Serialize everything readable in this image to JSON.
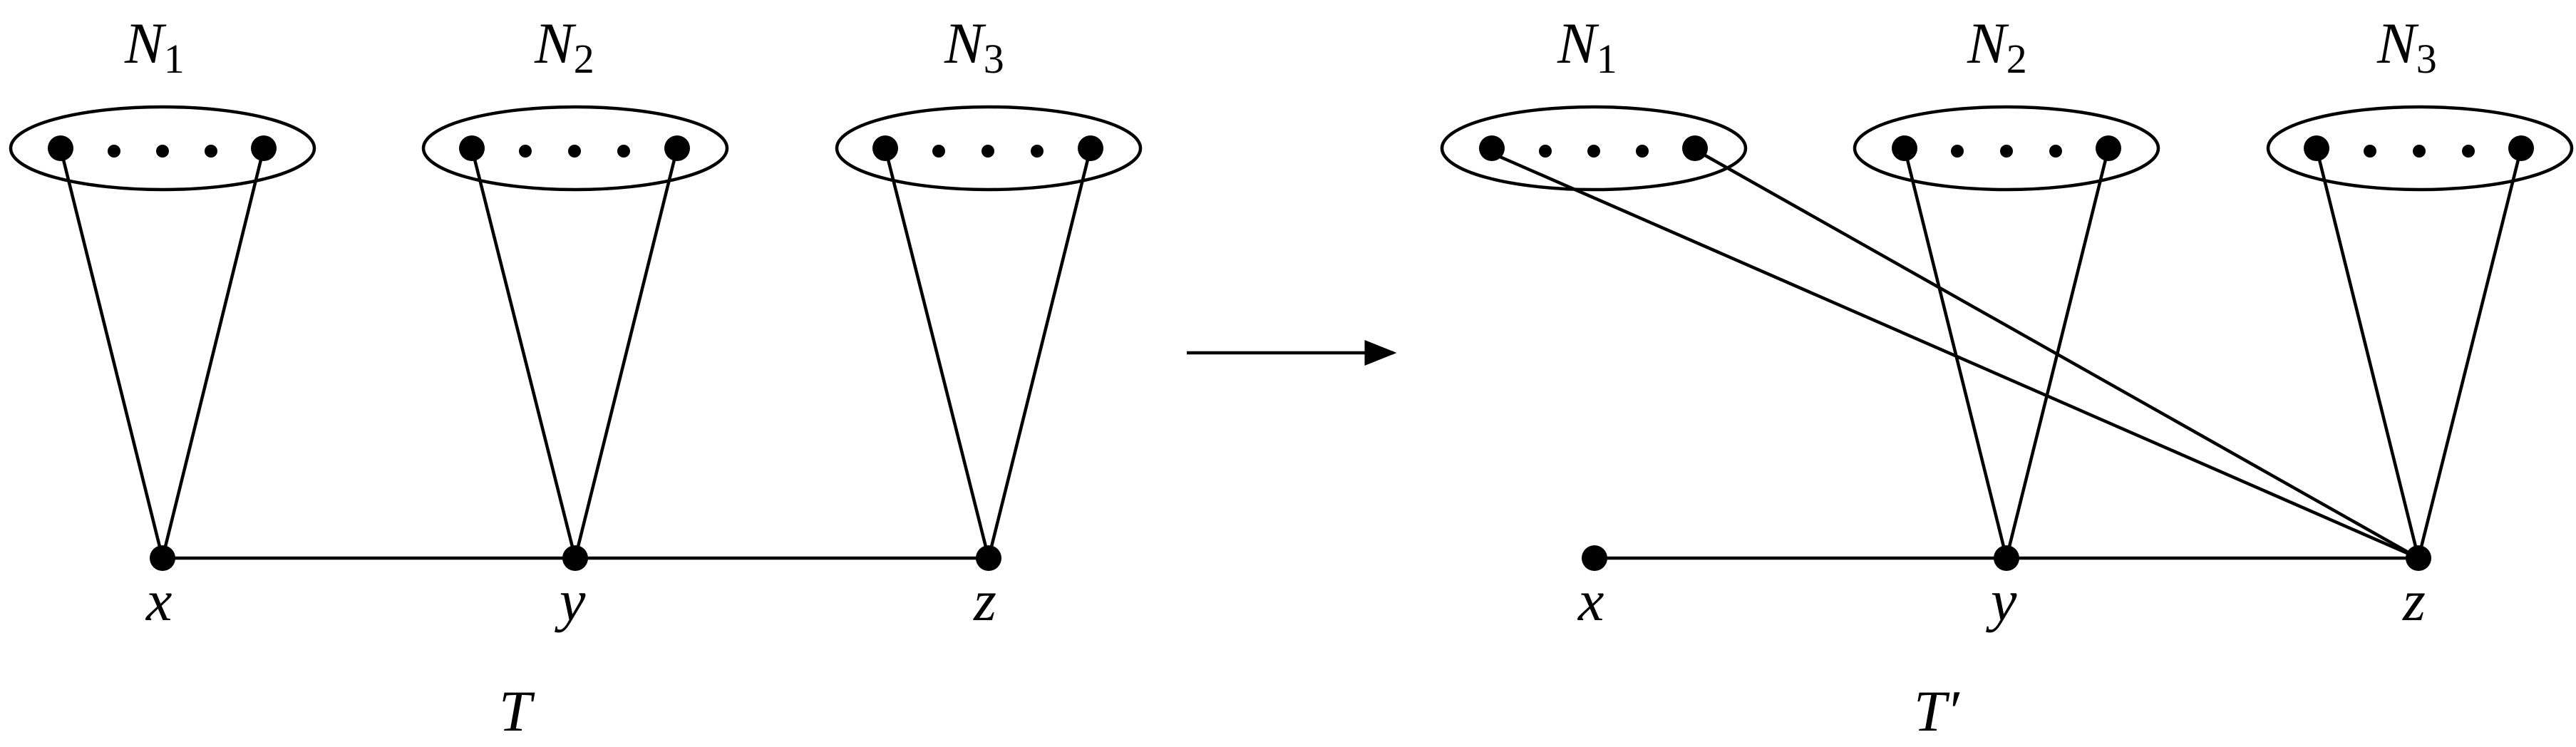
{
  "diagram": {
    "left": {
      "tree_label": "T",
      "sets": [
        {
          "name": "N",
          "sub": "1"
        },
        {
          "name": "N",
          "sub": "2"
        },
        {
          "name": "N",
          "sub": "3"
        }
      ],
      "vertices": [
        "x",
        "y",
        "z"
      ],
      "edges": [
        [
          "N1-first",
          "x"
        ],
        [
          "N1-last",
          "x"
        ],
        [
          "N2-first",
          "y"
        ],
        [
          "N2-last",
          "y"
        ],
        [
          "N3-first",
          "z"
        ],
        [
          "N3-last",
          "z"
        ],
        [
          "x",
          "y"
        ],
        [
          "y",
          "z"
        ]
      ]
    },
    "right": {
      "tree_label": "T′",
      "sets": [
        {
          "name": "N",
          "sub": "1"
        },
        {
          "name": "N",
          "sub": "2"
        },
        {
          "name": "N",
          "sub": "3"
        }
      ],
      "vertices": [
        "x",
        "y",
        "z"
      ],
      "edges": [
        [
          "N1-first",
          "z"
        ],
        [
          "N1-last",
          "z"
        ],
        [
          "N2-first",
          "y"
        ],
        [
          "N2-last",
          "y"
        ],
        [
          "N3-first",
          "z"
        ],
        [
          "N3-last",
          "z"
        ],
        [
          "x",
          "y"
        ],
        [
          "y",
          "z"
        ]
      ]
    },
    "transform_arrow": "right"
  }
}
